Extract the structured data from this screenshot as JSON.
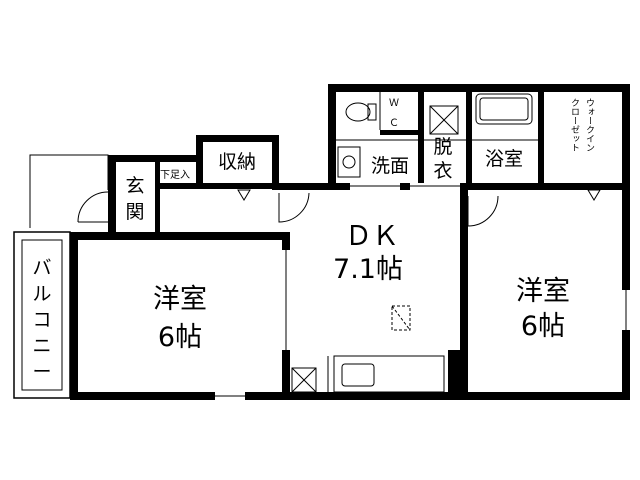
{
  "rooms": {
    "dk_label": "ＤＫ",
    "dk_size": "7.1帖",
    "western_left_label": "洋室",
    "western_left_size": "6帖",
    "western_right_label": "洋室",
    "western_right_size": "6帖",
    "entrance": [
      "玄",
      "関"
    ],
    "shoe_storage": "下足入",
    "storage": "収納",
    "wc": [
      "Ｗ",
      "Ｃ"
    ],
    "washroom": "洗面",
    "dressing": [
      "脱",
      "衣"
    ],
    "bathroom": "浴室",
    "walk_in_closet": [
      "ウォークイン",
      "クローゼット"
    ],
    "balcony": [
      "バ",
      "ル",
      "コ",
      "ニ",
      "ー"
    ]
  }
}
